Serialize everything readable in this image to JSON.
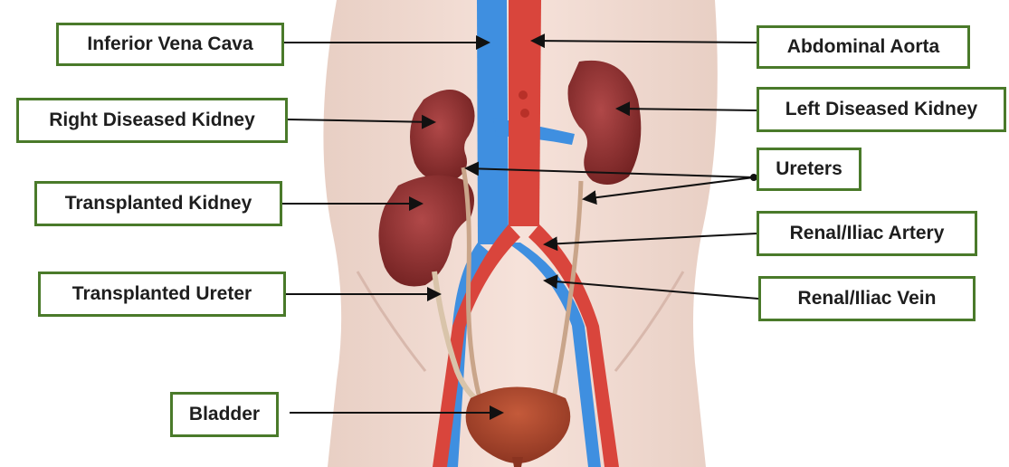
{
  "labels": {
    "inferior_vena_cava": "Inferior Vena Cava",
    "abdominal_aorta": "Abdominal Aorta",
    "right_diseased_kidney": "Right Diseased Kidney",
    "left_diseased_kidney": "Left Diseased Kidney",
    "ureters": "Ureters",
    "transplanted_kidney": "Transplanted Kidney",
    "renal_iliac_artery": "Renal/Iliac Artery",
    "transplanted_ureter": "Transplanted Ureter",
    "renal_iliac_vein": "Renal/Iliac Vein",
    "bladder": "Bladder"
  },
  "colors": {
    "label_border": "#4a7a2a",
    "artery": "#d9453c",
    "vein": "#3f8fe0",
    "kidney": "#8b2a2a",
    "skin": "#f3dcd2",
    "leader_line": "#111111"
  },
  "icons": {
    "illustration": "urinary-anatomy-illustration"
  }
}
